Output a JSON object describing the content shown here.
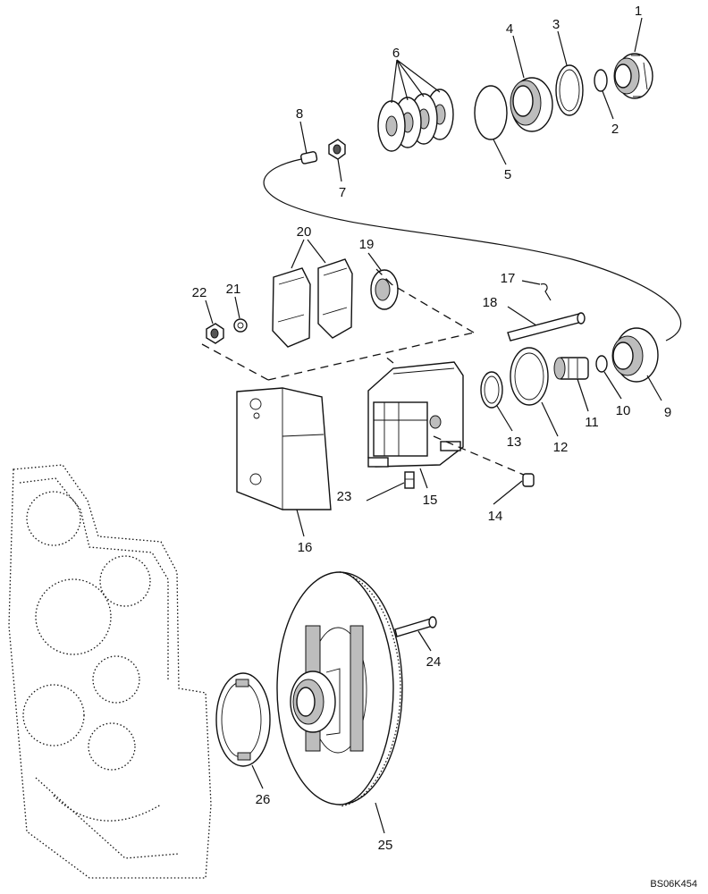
{
  "callouts": [
    "1",
    "2",
    "3",
    "4",
    "5",
    "6",
    "7",
    "8",
    "9",
    "10",
    "11",
    "12",
    "13",
    "14",
    "15",
    "16",
    "17",
    "18",
    "19",
    "20",
    "21",
    "22",
    "23",
    "24",
    "25",
    "26"
  ],
  "reference_code": "BS06K454"
}
